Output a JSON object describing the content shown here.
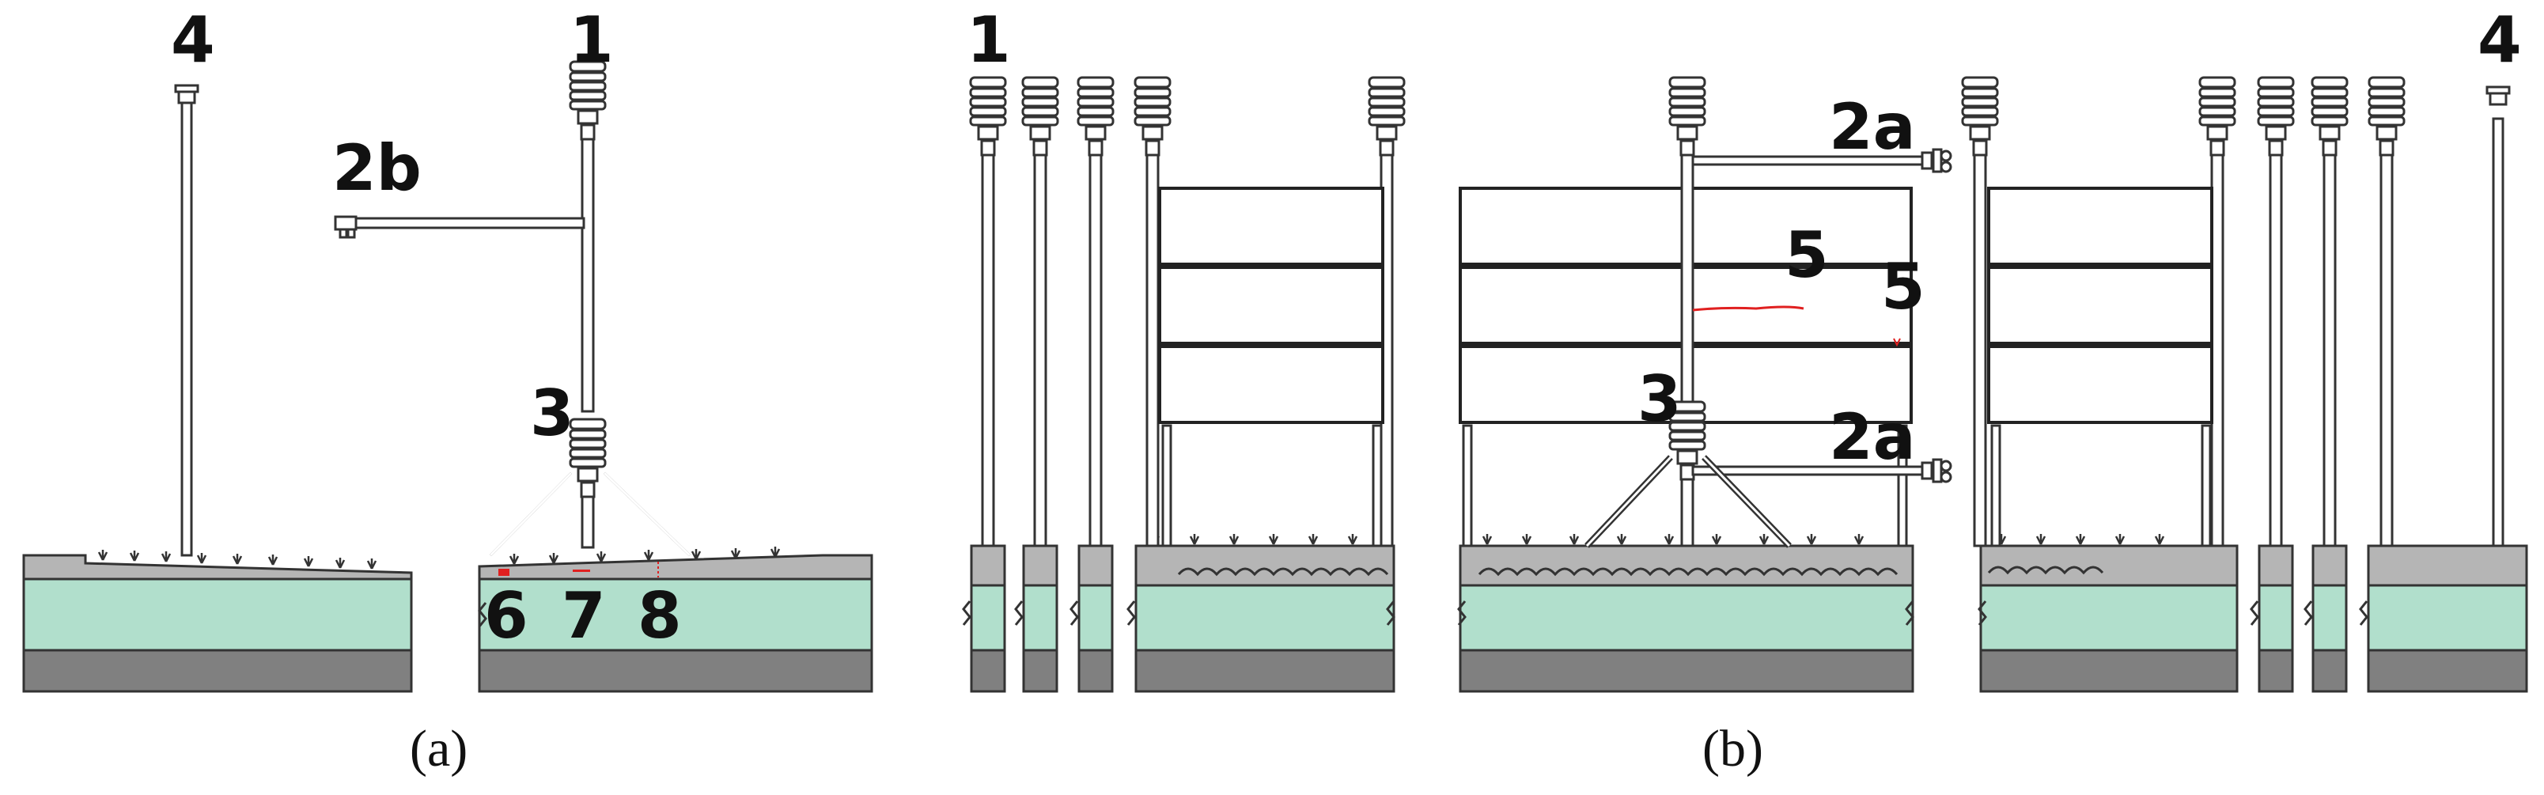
{
  "colors": {
    "soil": "#b1dfcc",
    "base": "#808080",
    "surface": "#b5b5b5",
    "outline": "#333333",
    "marker": "#e02020"
  },
  "icons": {
    "sensor": "radiation-shield-sensor-icon",
    "anemometer": "wind-sensor-icon",
    "cap": "rain-cap-icon"
  },
  "panel_a": {
    "caption": "(a)",
    "labels": {
      "l4": "4",
      "l1": "1",
      "l2b": "2b",
      "l3": "3",
      "l6": "6",
      "l7": "7",
      "l8": "8"
    }
  },
  "panel_b": {
    "caption": "(b)",
    "labels": {
      "l1": "1",
      "l4": "4",
      "l2a_top": "2a",
      "l2a_bottom": "2a",
      "l5_left": "5",
      "l5_right": "5",
      "l3": "3"
    }
  }
}
